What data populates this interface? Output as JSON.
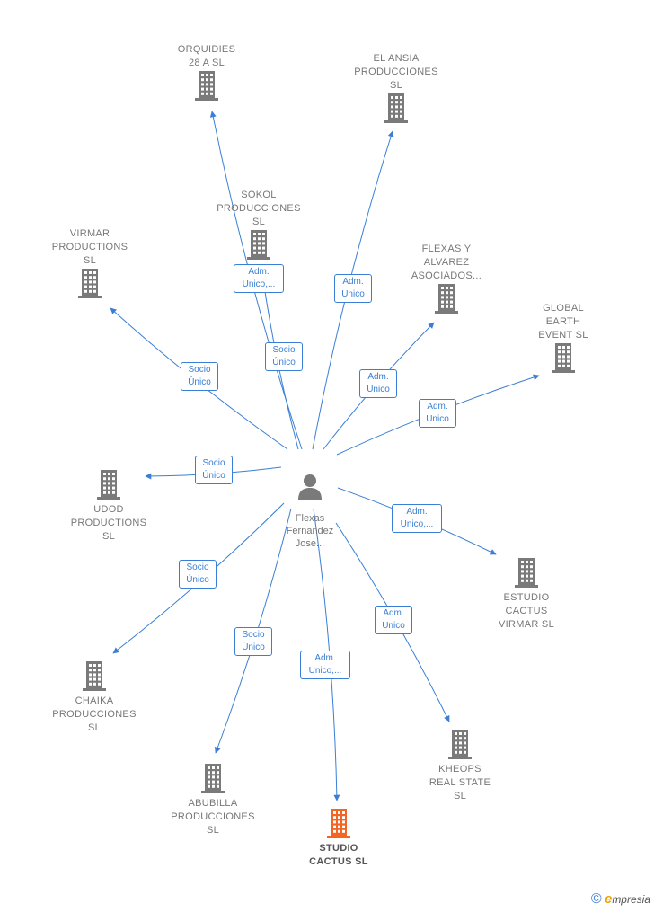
{
  "center": {
    "label": "Flexas\nFernandez\nJose..."
  },
  "nodes": [
    {
      "id": "orquidies",
      "label": "ORQUIDIES\n28 A  SL"
    },
    {
      "id": "el-ansia",
      "label": "EL ANSIA\nPRODUCCIONES\nSL"
    },
    {
      "id": "sokol",
      "label": "SOKOL\nPRODUCCIONES\nSL"
    },
    {
      "id": "virmar",
      "label": "VIRMAR\nPRODUCTIONS\nSL"
    },
    {
      "id": "flexas-alvarez",
      "label": "FLEXAS Y\nALVAREZ\nASOCIADOS..."
    },
    {
      "id": "global-earth",
      "label": "GLOBAL\nEARTH\nEVENT  SL"
    },
    {
      "id": "udod",
      "label": "UDOD\nPRODUCTIONS\nSL"
    },
    {
      "id": "estudio-cactus",
      "label": "ESTUDIO\nCACTUS\nVIRMAR  SL"
    },
    {
      "id": "chaika",
      "label": "CHAIKA\nPRODUCCIONES\nSL"
    },
    {
      "id": "abubilla",
      "label": "ABUBILLA\nPRODUCCIONES\nSL"
    },
    {
      "id": "studio-cactus",
      "label": "STUDIO\nCACTUS  SL",
      "highlight": true
    },
    {
      "id": "kheops",
      "label": "KHEOPS\nREAL STATE\nSL"
    }
  ],
  "edges": [
    {
      "to": "orquidies",
      "label": "Adm.\nUnico,..."
    },
    {
      "to": "el-ansia",
      "label": "Adm.\nUnico"
    },
    {
      "to": "sokol",
      "label": "Socio\nÚnico"
    },
    {
      "to": "virmar",
      "label": "Socio\nÚnico"
    },
    {
      "to": "flexas-alvarez",
      "label": "Adm.\nUnico"
    },
    {
      "to": "global-earth",
      "label": "Adm.\nUnico"
    },
    {
      "to": "udod",
      "label": "Socio\nÚnico"
    },
    {
      "to": "estudio-cactus",
      "label": "Adm.\nUnico,..."
    },
    {
      "to": "chaika",
      "label": "Socio\nÚnico"
    },
    {
      "to": "abubilla",
      "label": "Socio\nÚnico"
    },
    {
      "to": "studio-cactus",
      "label": "Adm.\nUnico,..."
    },
    {
      "to": "kheops",
      "label": "Adm.\nUnico"
    }
  ],
  "colors": {
    "edge": "#3a7fd5",
    "building": "#7a7a7a",
    "highlight": "#f26522",
    "person": "#7a7a7a"
  },
  "icons": {
    "building": "building-icon",
    "person": "person-icon",
    "copyright": "copyright-icon"
  },
  "footer": {
    "copyright": "©",
    "brand_e": "e",
    "brand_rest": "mpresia"
  }
}
